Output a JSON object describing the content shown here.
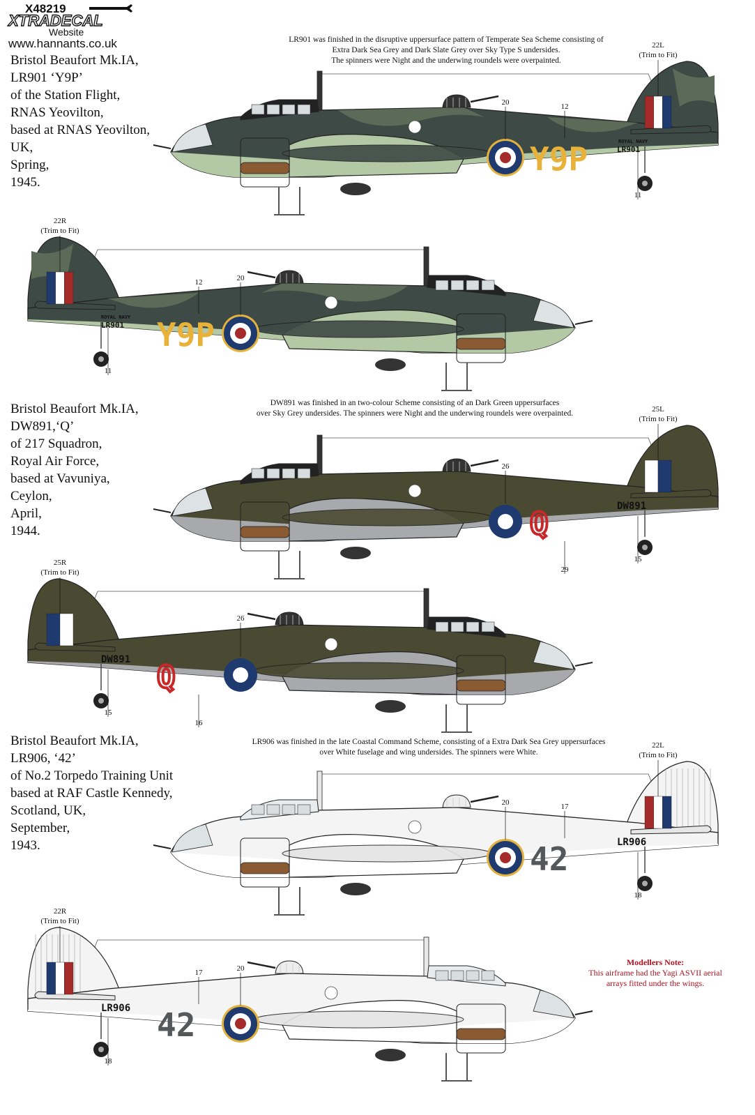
{
  "header": {
    "product_code": "X48219",
    "brand": "XTRADECAL",
    "website_label": "Website",
    "website_url": "www.hannants.co.uk"
  },
  "profiles": [
    {
      "caption": [
        "Bristol Beaufort Mk.IA,",
        "LR901 ‘Y9P’",
        "of the Station Flight,",
        "RNAS Yeovilton,",
        "based at RNAS Yeovilton,",
        "UK,",
        "Spring,",
        "1945."
      ],
      "note": [
        "LR901 was finished in the disruptive uppersurface pattern of Temperate Sea Scheme consisting of",
        "Extra Dark Sea Grey and Dark Slate Grey over Sky Type S undersides.",
        "The spinners were Night and the underwing roundels were overpainted."
      ],
      "fuselage_code": "Y9P",
      "serial": "LR901",
      "tail_stencil": "ROYAL NAVY",
      "left": {
        "fin_flash": "22L",
        "trim": "(Trim to Fit)",
        "roundel": "20",
        "code": "12",
        "serial": "11"
      },
      "right": {
        "fin_flash": "22R",
        "trim": "(Trim to Fit)",
        "roundel": "20",
        "code": "12",
        "serial": "11"
      },
      "colors": {
        "upper": "#3e4a46",
        "disrupt": "#5c6b58",
        "under": "#b3c8a4",
        "code": "#e8b13a"
      }
    },
    {
      "caption": [
        "Bristol Beaufort Mk.IA,",
        "DW891,‘Q’",
        "of 217 Squadron,",
        "Royal Air Force,",
        "based at Vavuniya,",
        "Ceylon,",
        "April,",
        "1944."
      ],
      "note": [
        "DW891 was finished in an two-colour Scheme consisting of an Dark Green uppersurfaces",
        "over Sky Grey undersides. The spinners were Night and the underwing roundels were overpainted."
      ],
      "fuselage_code": "Q",
      "serial": "DW891",
      "left": {
        "fin_flash": "25L",
        "trim": "(Trim to Fit)",
        "roundel": "26",
        "code": "29",
        "serial": "15"
      },
      "right": {
        "fin_flash": "25R",
        "trim": "(Trim to Fit)",
        "roundel": "26",
        "code": "16",
        "serial": "15"
      },
      "colors": {
        "upper": "#4a4a33",
        "disrupt": "#4a4a33",
        "under": "#a7a9ac",
        "code": "#c8282a"
      }
    },
    {
      "caption": [
        "Bristol Beaufort Mk.IA,",
        "LR906, ‘42’",
        "of No.2 Torpedo Training Unit",
        "based at RAF Castle Kennedy,",
        "Scotland, UK,",
        "September,",
        "1943."
      ],
      "note": [
        "LR906 was finished in the late Coastal Command Scheme, consisting of a Extra Dark Sea Grey uppersurfaces",
        "over White fuselage and wing undersides. The spinners were White."
      ],
      "fuselage_code": "42",
      "serial": "LR906",
      "left": {
        "fin_flash": "22L",
        "trim": "(Trim to Fit)",
        "roundel": "20",
        "code": "17",
        "serial": "18"
      },
      "right": {
        "fin_flash": "22R",
        "trim": "(Trim to Fit)",
        "roundel": "20",
        "code": "17",
        "serial": "18"
      },
      "colors": {
        "upper": "#f4f4f4",
        "disrupt": "#f4f4f4",
        "under": "#ffffff",
        "code": "#55585a"
      }
    }
  ],
  "modellers_note": {
    "heading": "Modellers Note:",
    "lines": [
      "This airframe had the Yagi ASVII aerial",
      "arrays fitted under the wings."
    ]
  },
  "markings": {
    "roundel_blue": "#1e3a6e",
    "roundel_red": "#a52a2a",
    "roundel_yellow": "#e3b23c",
    "roundel_white": "#ffffff"
  }
}
